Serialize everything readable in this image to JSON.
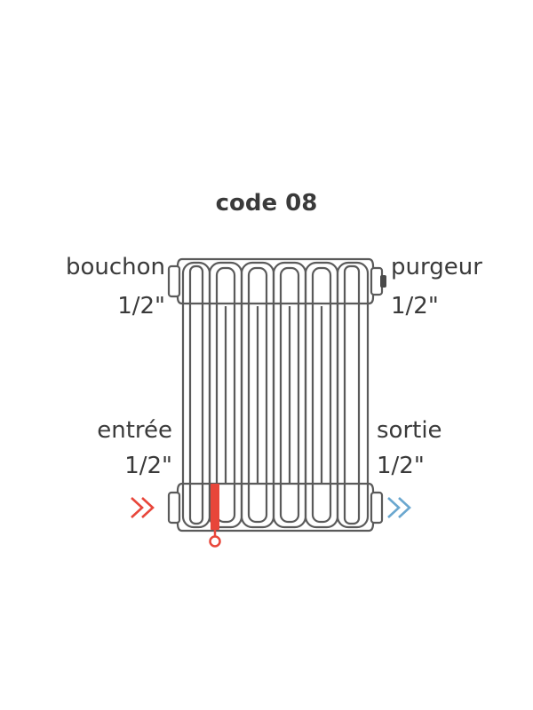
{
  "title": "code 08",
  "labels": {
    "bouchon": {
      "name": "bouchon",
      "size": "1/2\""
    },
    "purgeur": {
      "name": "purgeur",
      "size": "1/2\""
    },
    "entree": {
      "name": "entrée",
      "size": "1/2\""
    },
    "sortie": {
      "name": "sortie",
      "size": "1/2\""
    }
  },
  "colors": {
    "inlet": "#e8463a",
    "outlet": "#6aa7cf",
    "outline": "#5a5a5a",
    "text": "#3a3a3a"
  },
  "icons": {
    "inlet_arrow": "double-chevron-right-icon",
    "outlet_arrow": "double-chevron-right-icon",
    "valve": "thermostatic-valve-icon"
  }
}
